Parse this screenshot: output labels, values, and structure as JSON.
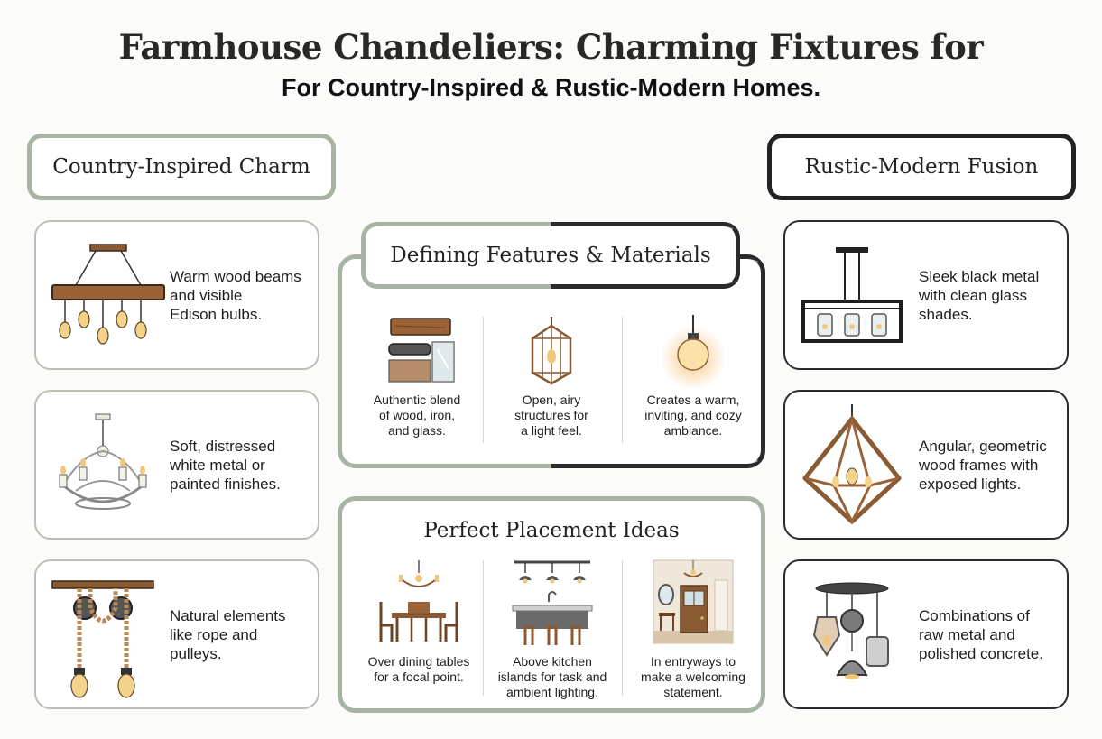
{
  "title": "Farmhouse Chandeliers: Charming Fixtures for",
  "subtitle": "For Country-Inspired & Rustic-Modern Homes.",
  "left": {
    "heading": "Country-Inspired Charm",
    "items": [
      {
        "icon": "wood-beam-chandelier-icon",
        "lines": [
          "Warm wood beams",
          "and visible",
          "Edison bulbs."
        ]
      },
      {
        "icon": "white-metal-chandelier-icon",
        "lines": [
          "Soft, distressed",
          "white metal or",
          "painted finishes."
        ]
      },
      {
        "icon": "rope-pulley-pendant-icon",
        "lines": [
          "Natural elements",
          "like rope and",
          "pulleys."
        ]
      }
    ]
  },
  "right": {
    "heading": "Rustic-Modern Fusion",
    "items": [
      {
        "icon": "black-metal-linear-chandelier-icon",
        "lines": [
          "Sleek black metal",
          "with clean glass",
          "shades."
        ]
      },
      {
        "icon": "geometric-wood-pendant-icon",
        "lines": [
          "Angular, geometric",
          "wood frames with",
          "exposed lights."
        ]
      },
      {
        "icon": "metal-concrete-cluster-pendant-icon",
        "lines": [
          "Combinations of",
          "raw metal and",
          "polished concrete."
        ]
      }
    ]
  },
  "features": {
    "heading": "Defining Features & Materials",
    "items": [
      {
        "icon": "material-swatches-icon",
        "lines": [
          "Authentic blend",
          "of wood, iron,",
          "and glass."
        ]
      },
      {
        "icon": "lantern-cage-icon",
        "lines": [
          "Open, airy",
          "structures for",
          "a light feel."
        ]
      },
      {
        "icon": "glowing-bulb-icon",
        "lines": [
          "Creates a warm,",
          "inviting, and cozy",
          "ambiance."
        ]
      }
    ]
  },
  "placement": {
    "heading": "Perfect Placement Ideas",
    "items": [
      {
        "icon": "dining-table-scene-icon",
        "lines": [
          "Over dining tables",
          "for a focal point."
        ]
      },
      {
        "icon": "kitchen-island-scene-icon",
        "lines": [
          "Above kitchen",
          "islands for task and",
          "ambient lighting."
        ]
      },
      {
        "icon": "entryway-scene-icon",
        "lines": [
          "In entryways to",
          "make a welcoming",
          "statement."
        ]
      }
    ]
  },
  "colors": {
    "sage": "#a8b4a2",
    "charcoal": "#2a2a2a",
    "wood": "#8a5a33",
    "bulb": "#f3c77a"
  }
}
